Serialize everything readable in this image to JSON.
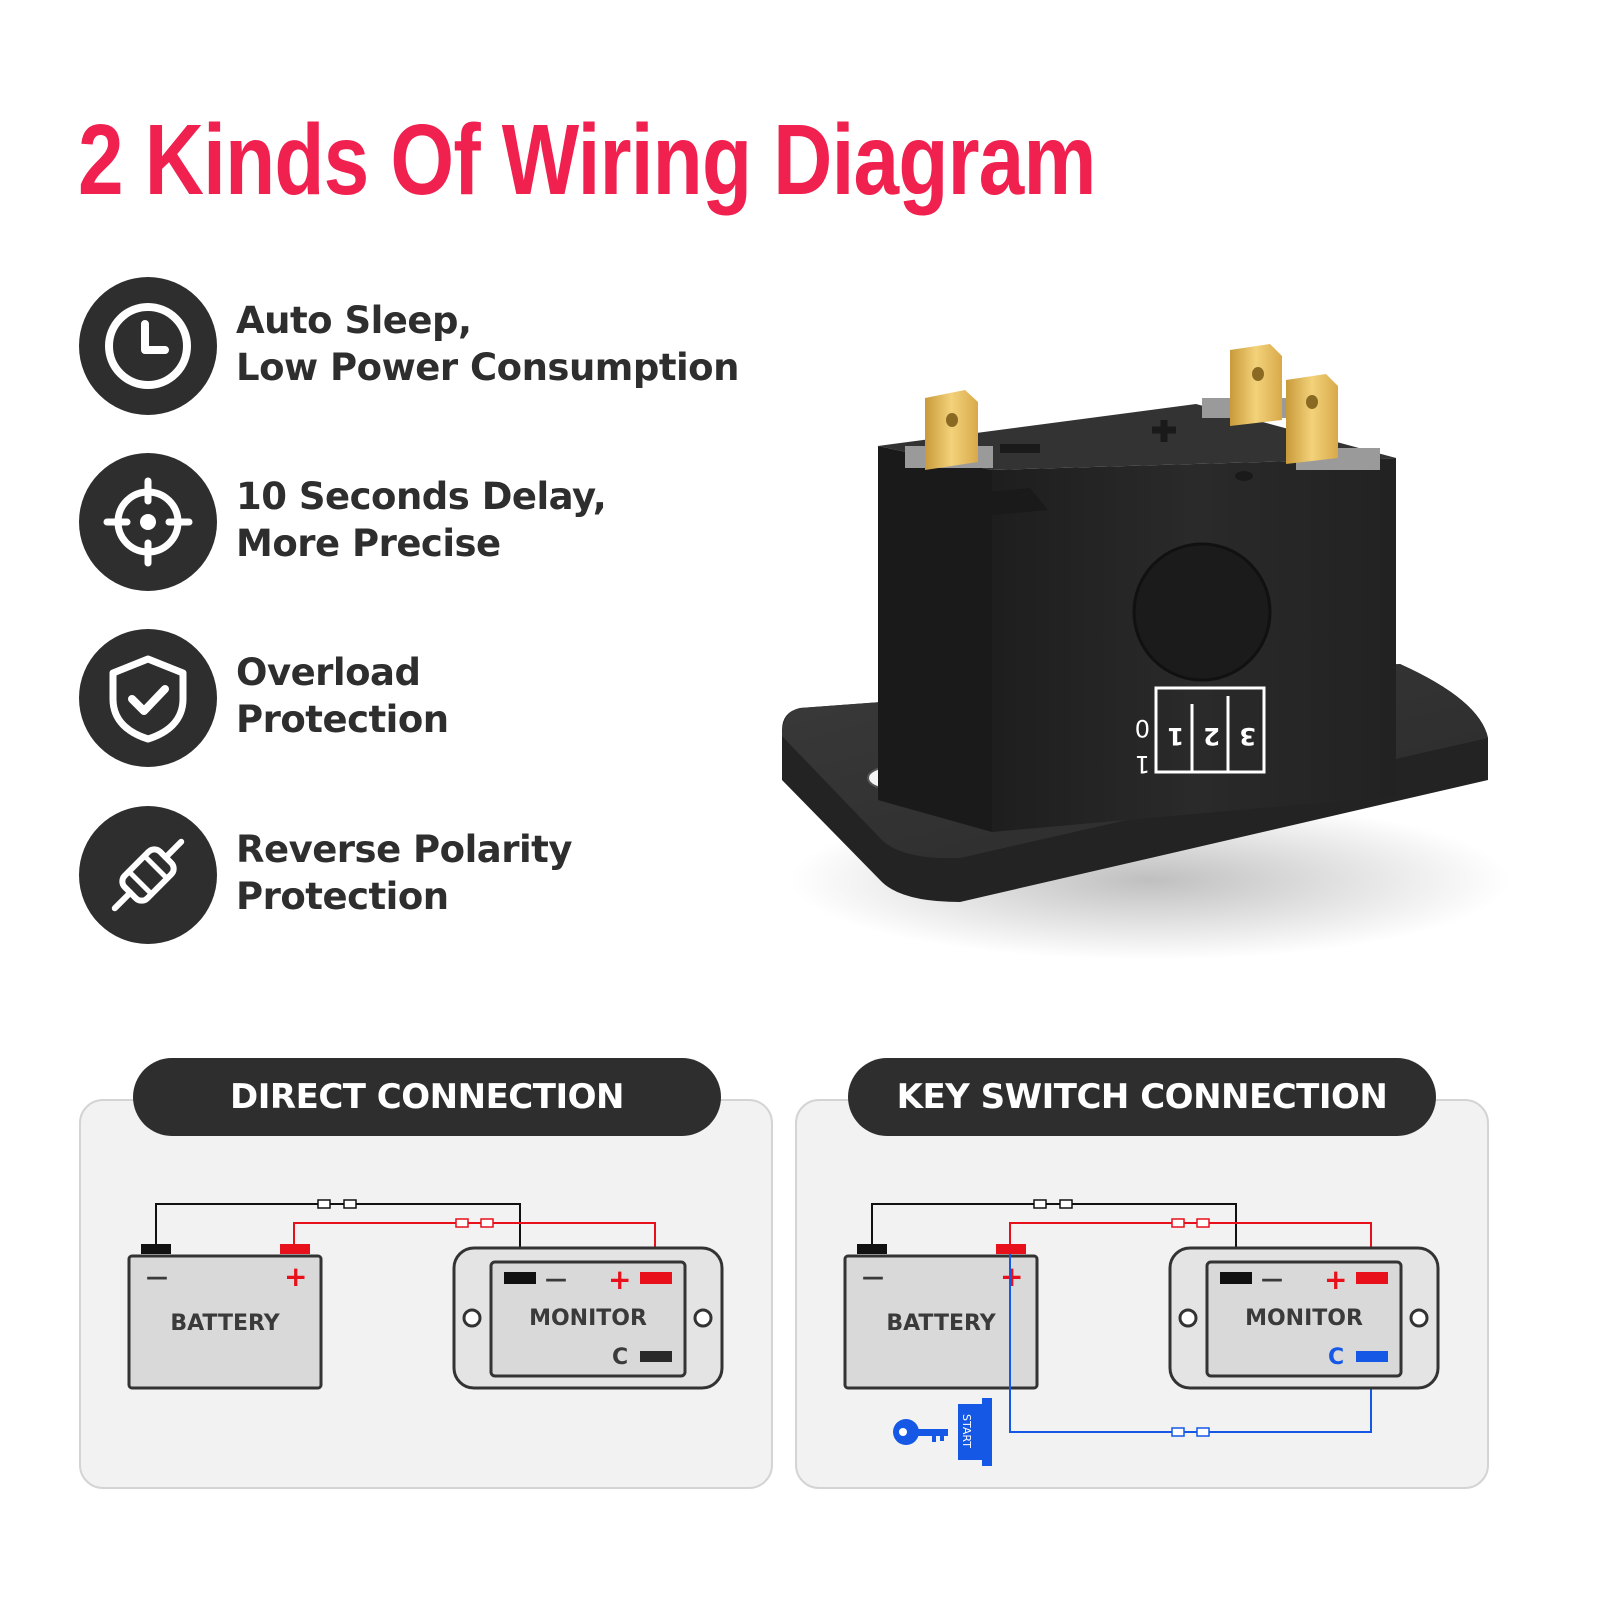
{
  "title": "2 Kinds Of Wiring Diagram",
  "features": [
    {
      "line1": "Auto Sleep,",
      "line2": "Low Power Consumption",
      "icon": "clock-icon"
    },
    {
      "line1": "10 Seconds Delay,",
      "line2": "More Precise",
      "icon": "crosshair-icon"
    },
    {
      "line1": "Overload",
      "line2": "Protection",
      "icon": "shield-check-icon"
    },
    {
      "line1": "Reverse Polarity",
      "line2": "Protection",
      "icon": "fuse-icon"
    }
  ],
  "product": {
    "switch_marks": [
      "3",
      "2",
      "1"
    ],
    "side_marks": [
      "1",
      "0"
    ]
  },
  "diagrams": {
    "direct": {
      "label": "DIRECT CONNECTION",
      "battery": "BATTERY",
      "monitor": "MONITOR",
      "minus": "—",
      "plus": "+",
      "c": "C"
    },
    "key_switch": {
      "label": "KEY SWITCH CONNECTION",
      "battery": "BATTERY",
      "monitor": "MONITOR",
      "minus": "—",
      "plus": "+",
      "c": "C",
      "start": "START"
    }
  },
  "colors": {
    "title": "#f0204f",
    "dark": "#2e2e2e",
    "positive": "#e8101a",
    "negative": "#111111",
    "signal": "#1558e6"
  }
}
